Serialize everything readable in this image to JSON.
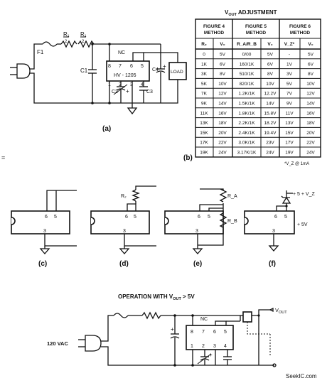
{
  "table": {
    "title": "V",
    "title_sub": "OUT",
    "title_rest": " ADJUSTMENT",
    "groups": [
      {
        "line1": "FIGURE 4",
        "line2": "METHOD"
      },
      {
        "line1": "FIGURE 5",
        "line2": "METHOD"
      },
      {
        "line1": "FIGURE 6",
        "line2": "METHOD"
      }
    ],
    "col_headers": [
      "R₂",
      "V₀",
      "R_A/R_B",
      "V₀",
      "V_Z*",
      "V₀"
    ],
    "rows": [
      [
        "0",
        "5V",
        "0/00",
        "5V",
        "-",
        "5V"
      ],
      [
        "1K",
        "6V",
        "160/1K",
        "6V",
        "1V",
        "6V"
      ],
      [
        "3K",
        "8V",
        "510/1K",
        "8V",
        "3V",
        "8V"
      ],
      [
        "5K",
        "10V",
        "820/1K",
        "10V",
        "5V",
        "10V"
      ],
      [
        "7K",
        "12V",
        "1.2K/1K",
        "12.2V",
        "7V",
        "12V"
      ],
      [
        "9K",
        "14V",
        "1.5K/1K",
        "14V",
        "9V",
        "14V"
      ],
      [
        "11K",
        "16V",
        "1.8K/1K",
        "15.8V",
        "11V",
        "16V"
      ],
      [
        "13K",
        "18V",
        "2.2K/1K",
        "18.2V",
        "13V",
        "18V"
      ],
      [
        "15K",
        "20V",
        "2.4K/1K",
        "19.4V",
        "15V",
        "20V"
      ],
      [
        "17K",
        "22V",
        "3.0K/1K",
        "23V",
        "17V",
        "22V"
      ],
      [
        "19K",
        "24V",
        "3.17K/1K",
        "24V",
        "19V",
        "24V"
      ]
    ],
    "footnote": "*V_Z @ 1mA",
    "caption": "(b)"
  },
  "circuit_a": {
    "fuse": "F1",
    "r1": "R₁",
    "r1_frac": "2",
    "r2": "R₁",
    "r2_frac": "2",
    "c1": "C1",
    "c2": "C2",
    "c3": "C3",
    "c4": "C4",
    "ic": "HV - 1205",
    "nc": "NC",
    "pins_top": [
      "8",
      "7",
      "6",
      "5"
    ],
    "pins_bottom": [
      "1",
      "2",
      "3",
      "4"
    ],
    "load": "LOAD",
    "plus": "+",
    "caption": "(a)"
  },
  "figures": [
    {
      "caption": "(c)",
      "pins": [
        "6",
        "5",
        "3"
      ]
    },
    {
      "caption": "(d)",
      "pins": [
        "6",
        "5",
        "3"
      ],
      "r": "R₂"
    },
    {
      "caption": "(e)",
      "pins": [
        "6",
        "5",
        "3"
      ],
      "ra": "R_A",
      "rb": "R_B"
    },
    {
      "caption": "(f)",
      "pins": [
        "6",
        "5",
        "3"
      ],
      "vz": "+ 5 + V_Z",
      "v5": "+ 5V"
    }
  ],
  "bottom": {
    "title": "OPERATION WITH V",
    "title_sub": "OUT",
    "title_rest": " > 5V",
    "vout": "V",
    "vout_sub": "OUT",
    "vac": "120 VAC",
    "nc": "NC",
    "pins_top": [
      "8",
      "7",
      "6",
      "5"
    ],
    "pins_bottom": [
      "1",
      "2",
      "3",
      "4"
    ],
    "plus": "+"
  },
  "side_mark": "=",
  "watermark": "SeekIC.com"
}
